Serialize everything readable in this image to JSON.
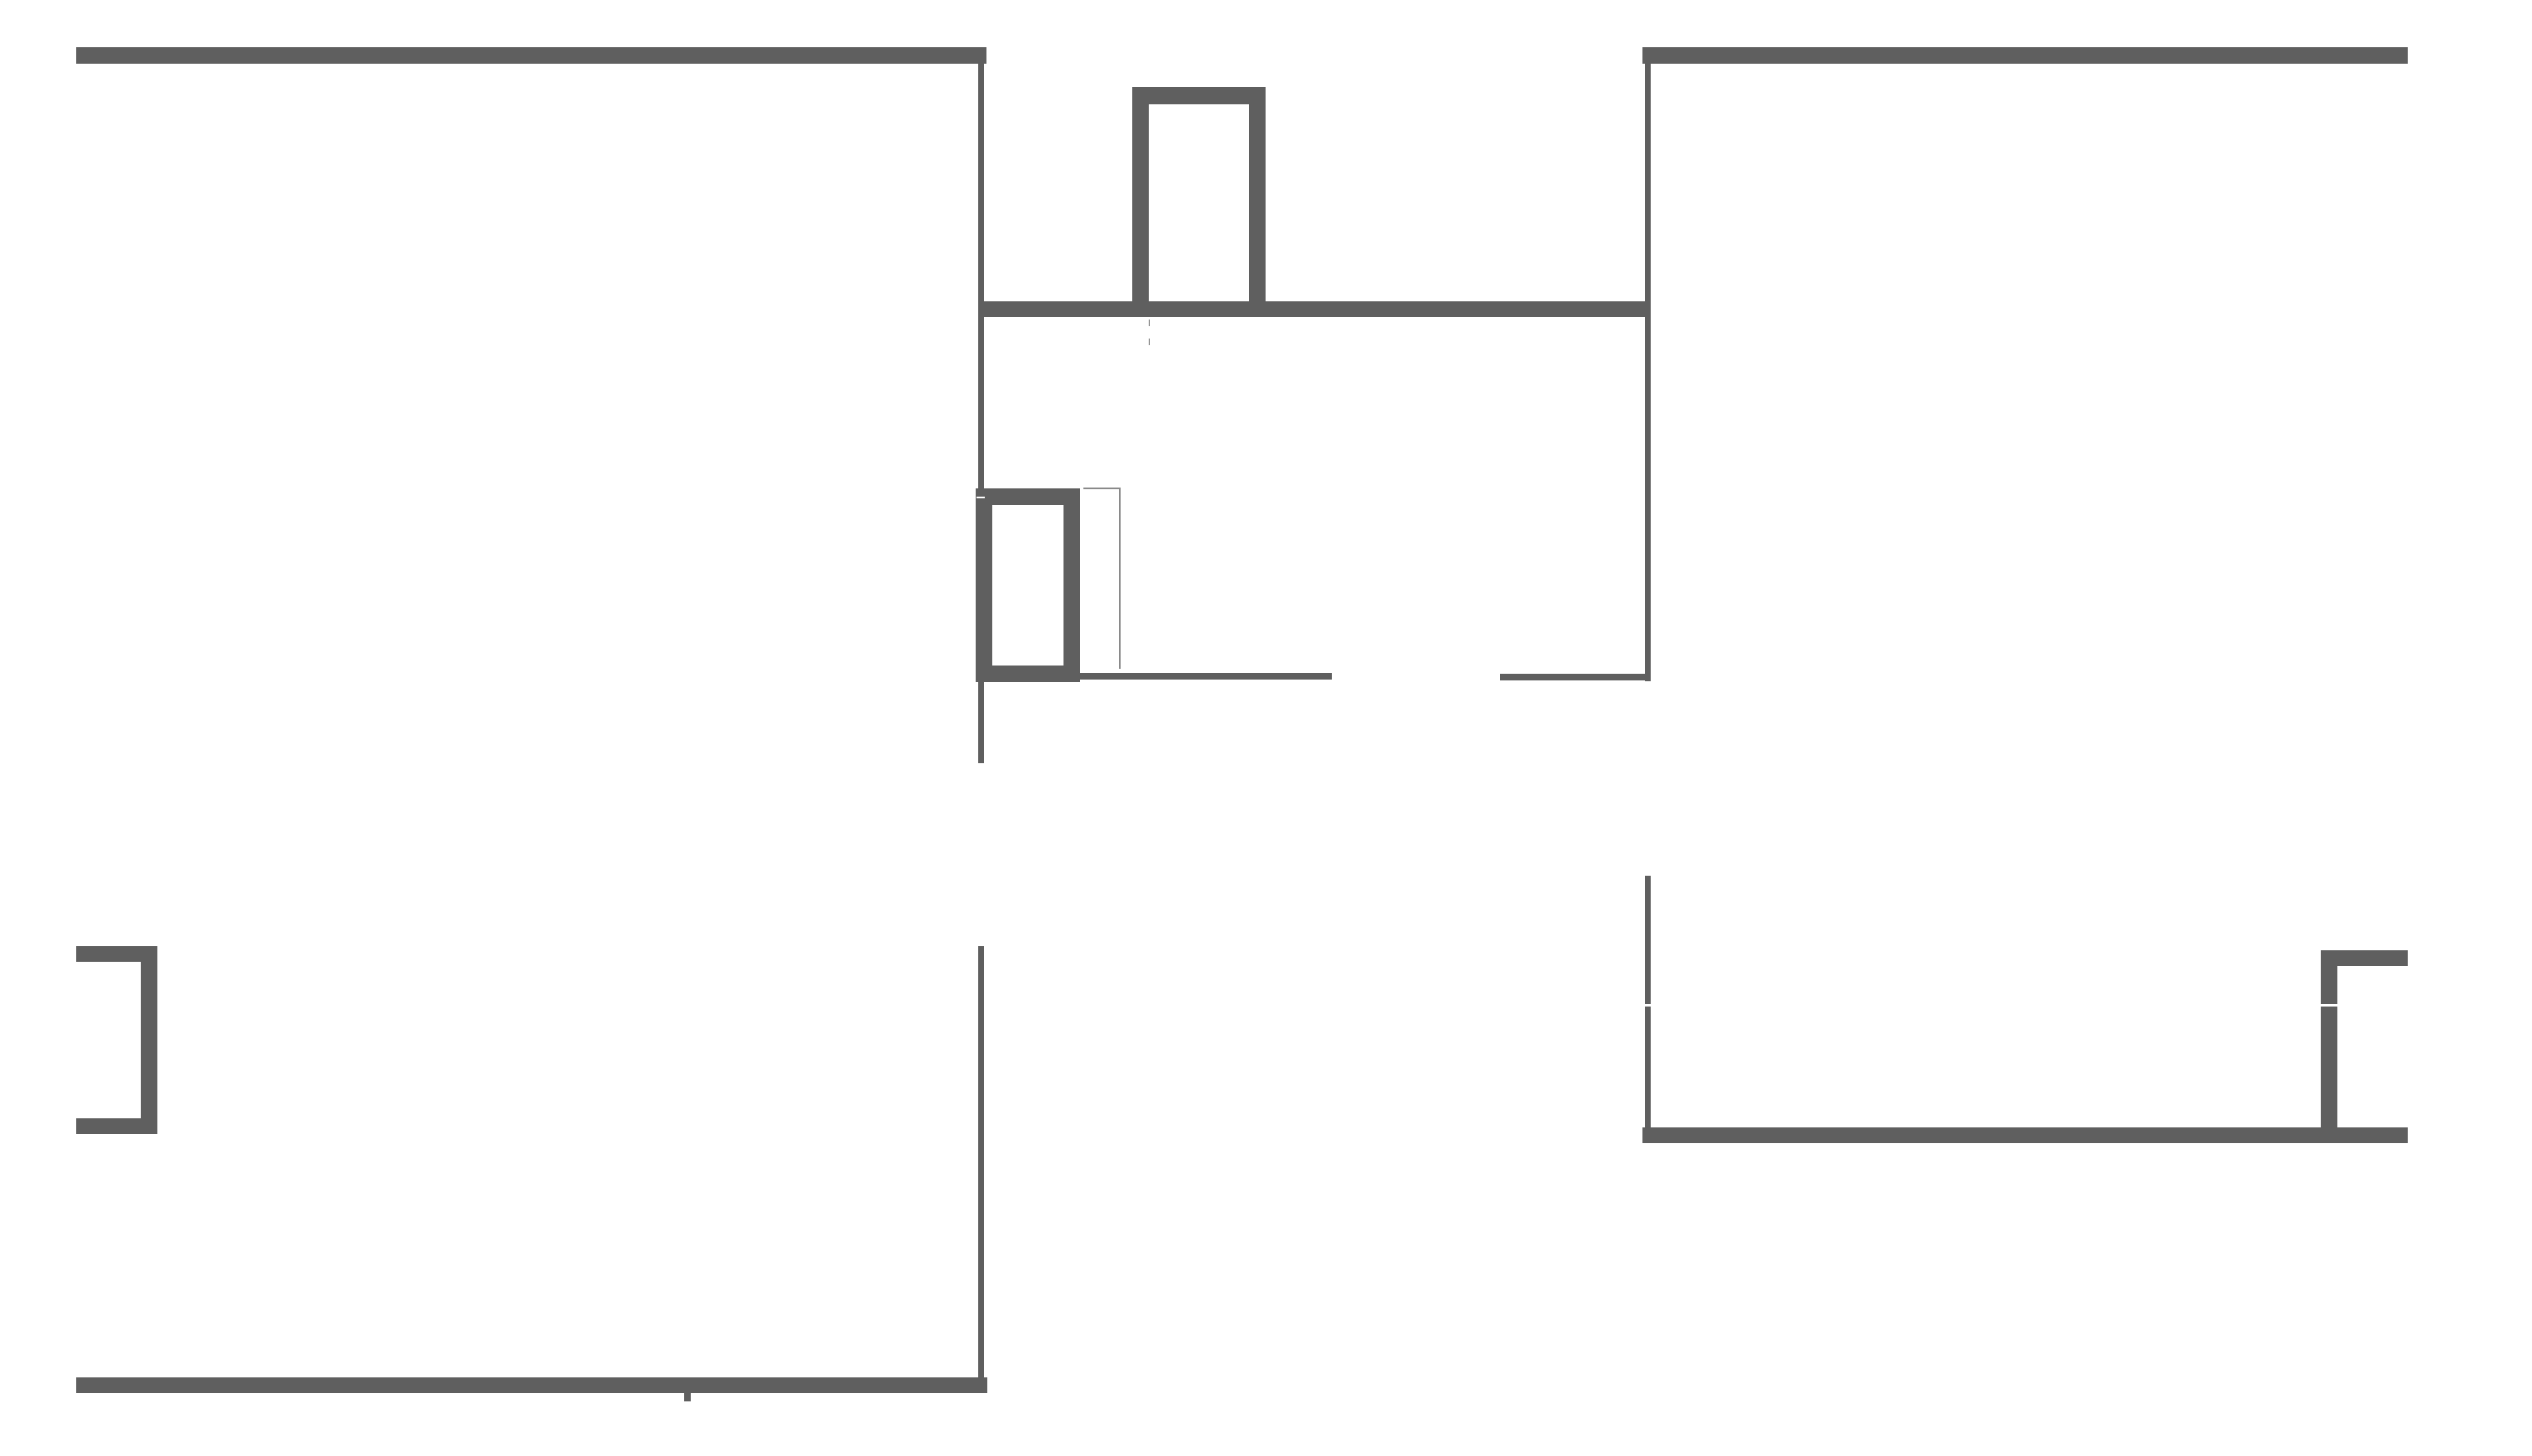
{
  "drawing": {
    "type": "floor-plan",
    "background_color": "#ffffff",
    "wall_color": "#5f5f5f",
    "guide_color": "#8a8a8a"
  },
  "elements": {
    "exterior_walls": [
      "top-left-wall",
      "top-right-wall",
      "bottom-left-wall",
      "bottom-right-wall"
    ],
    "interior_walls": [
      "left-partition-wall",
      "right-partition-wall",
      "middle-horizontal-wall",
      "lower-corridor-wall"
    ],
    "closets": [
      "top-closet",
      "left-closet"
    ],
    "openings": [
      "left-bracket-opening",
      "right-bracket-opening",
      "corridor-door-gap",
      "left-partition-gap",
      "right-partition-gap"
    ]
  }
}
